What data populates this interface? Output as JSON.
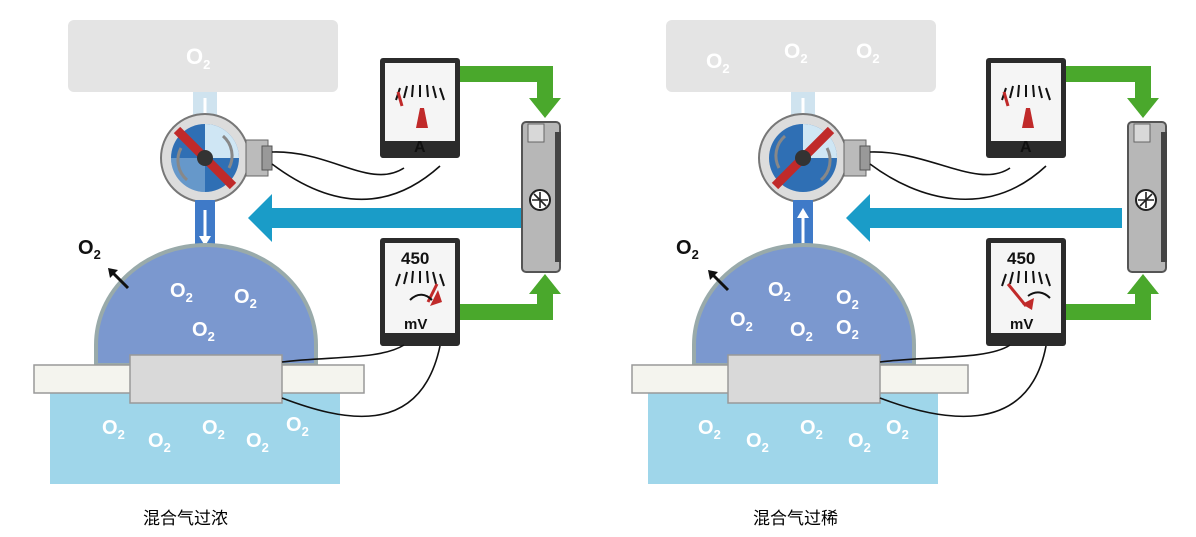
{
  "left": {
    "caption": "混合气过浓",
    "o2_symbol": "O",
    "o2_sub": "2",
    "ammeter_label": "A",
    "voltmeter_value": "450",
    "voltmeter_label": "mV"
  },
  "right": {
    "caption": "混合气过稀",
    "o2_symbol": "O",
    "o2_sub": "2",
    "ammeter_label": "A",
    "voltmeter_value": "450",
    "voltmeter_label": "mV"
  },
  "colors": {
    "green_arrow": "#4aa82c",
    "blue_arrow": "#1a9cc8",
    "dome": "#7b98cf",
    "water": "#9fd6ea",
    "pump_red": "#c02a2a"
  }
}
